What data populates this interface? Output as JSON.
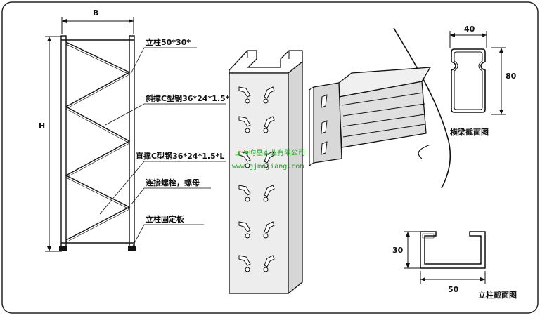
{
  "frame": {
    "width_label": "B",
    "height_label": "H"
  },
  "callouts": {
    "upright": "立柱50*30*",
    "diagonal_brace": "斜撑C型钢36*24*1.5*L",
    "horizontal_brace": "直撑C型钢36*24*1.5*L",
    "bolt_nut": "连接螺栓，螺母",
    "base_plate": "立柱固定板"
  },
  "beam_section": {
    "width": "40",
    "height": "80",
    "caption": "横梁截面图"
  },
  "upright_section": {
    "width": "50",
    "height": "30",
    "caption": "立柱截面图"
  },
  "watermark": {
    "company": "上海昀晶实业有限公司",
    "url": "www.gjmojiang.com"
  }
}
